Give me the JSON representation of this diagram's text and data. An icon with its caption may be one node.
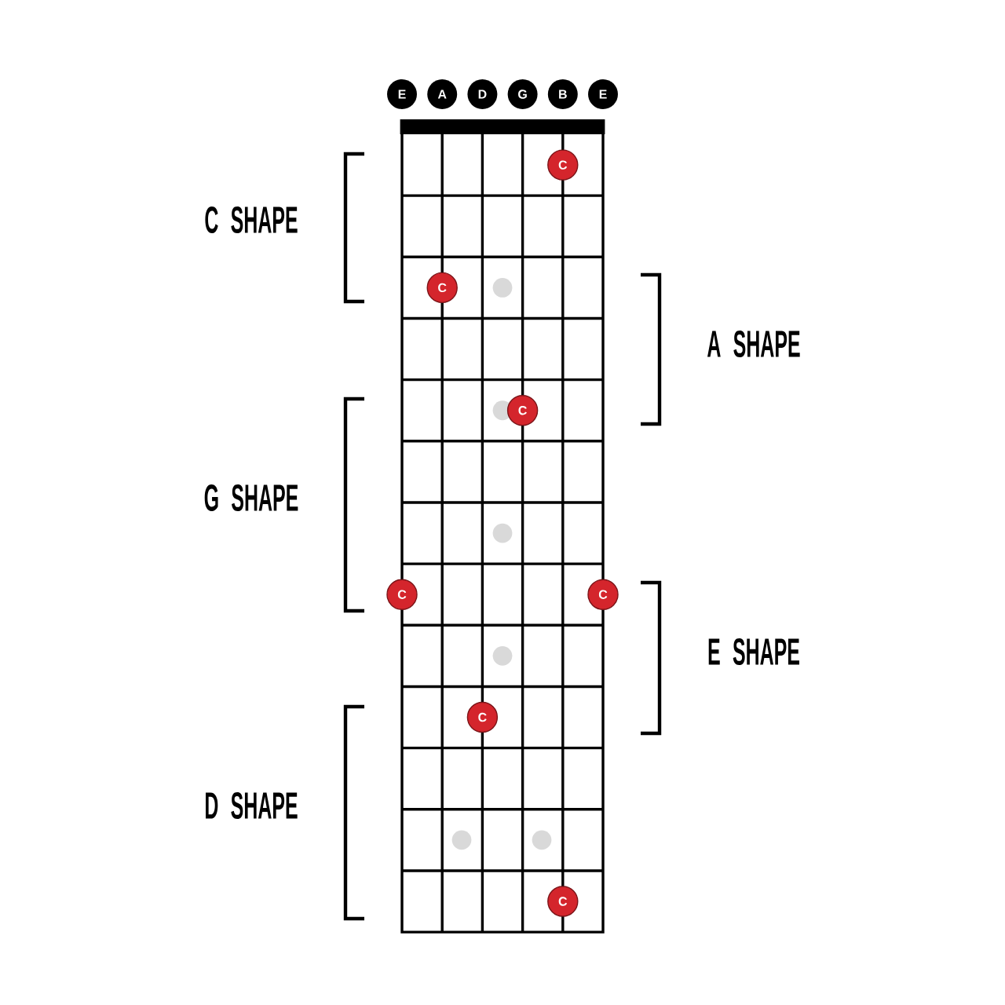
{
  "diagram": {
    "nodes": [
      {
        "text": [
          "E"
        ]
      },
      {
        "text": [
          "A"
        ]
      },
      {
        "text": [
          "D"
        ]
      },
      {
        "text": [
          "G"
        ]
      },
      {
        "text": [
          "B"
        ]
      },
      {
        "text": [
          "E"
        ]
      },
      {
        "text": [
          "C"
        ]
      },
      {
        "text": [
          "C"
        ]
      },
      {
        "text": [
          "C"
        ]
      },
      {
        "text": [
          "C"
        ]
      },
      {
        "text": [
          "C"
        ]
      },
      {
        "text": [
          "C"
        ]
      },
      {
        "text": [
          "C"
        ]
      }
    ],
    "labels": [
      "C SHAPE",
      "A SHAPE",
      "G SHAPE",
      "E SHAPE",
      "D SHAPE"
    ]
  }
}
